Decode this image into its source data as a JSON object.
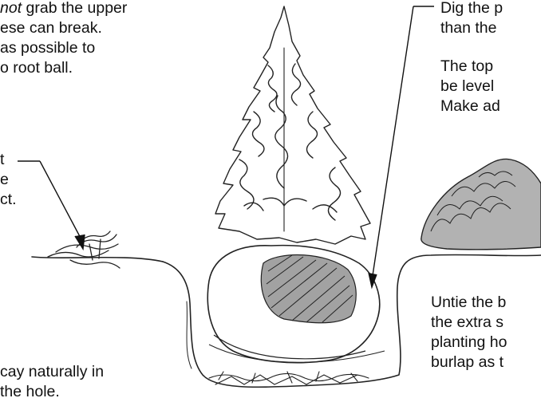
{
  "left_block": {
    "line1_italic": "not",
    "line1_rest": " grab the upper",
    "line2": "ese can break.",
    "line3": "as possible to",
    "line4": "o root ball."
  },
  "left_mid": {
    "line1": "t",
    "line2": "e",
    "line3": "ct."
  },
  "left_bottom": {
    "line1": "cay naturally in",
    "line2": "the hole."
  },
  "right_top": {
    "line1": "Dig the p",
    "line2": "than the"
  },
  "right_mid": {
    "line1": "The top",
    "line2": "be level",
    "line3": "Make ad"
  },
  "right_bottom": {
    "line1": "Untie the b",
    "line2": "the extra s",
    "line3": "planting ho",
    "line4": "burlap as t"
  },
  "colors": {
    "ink": "#111111",
    "background": "#ffffff",
    "hatch": "#333333"
  }
}
